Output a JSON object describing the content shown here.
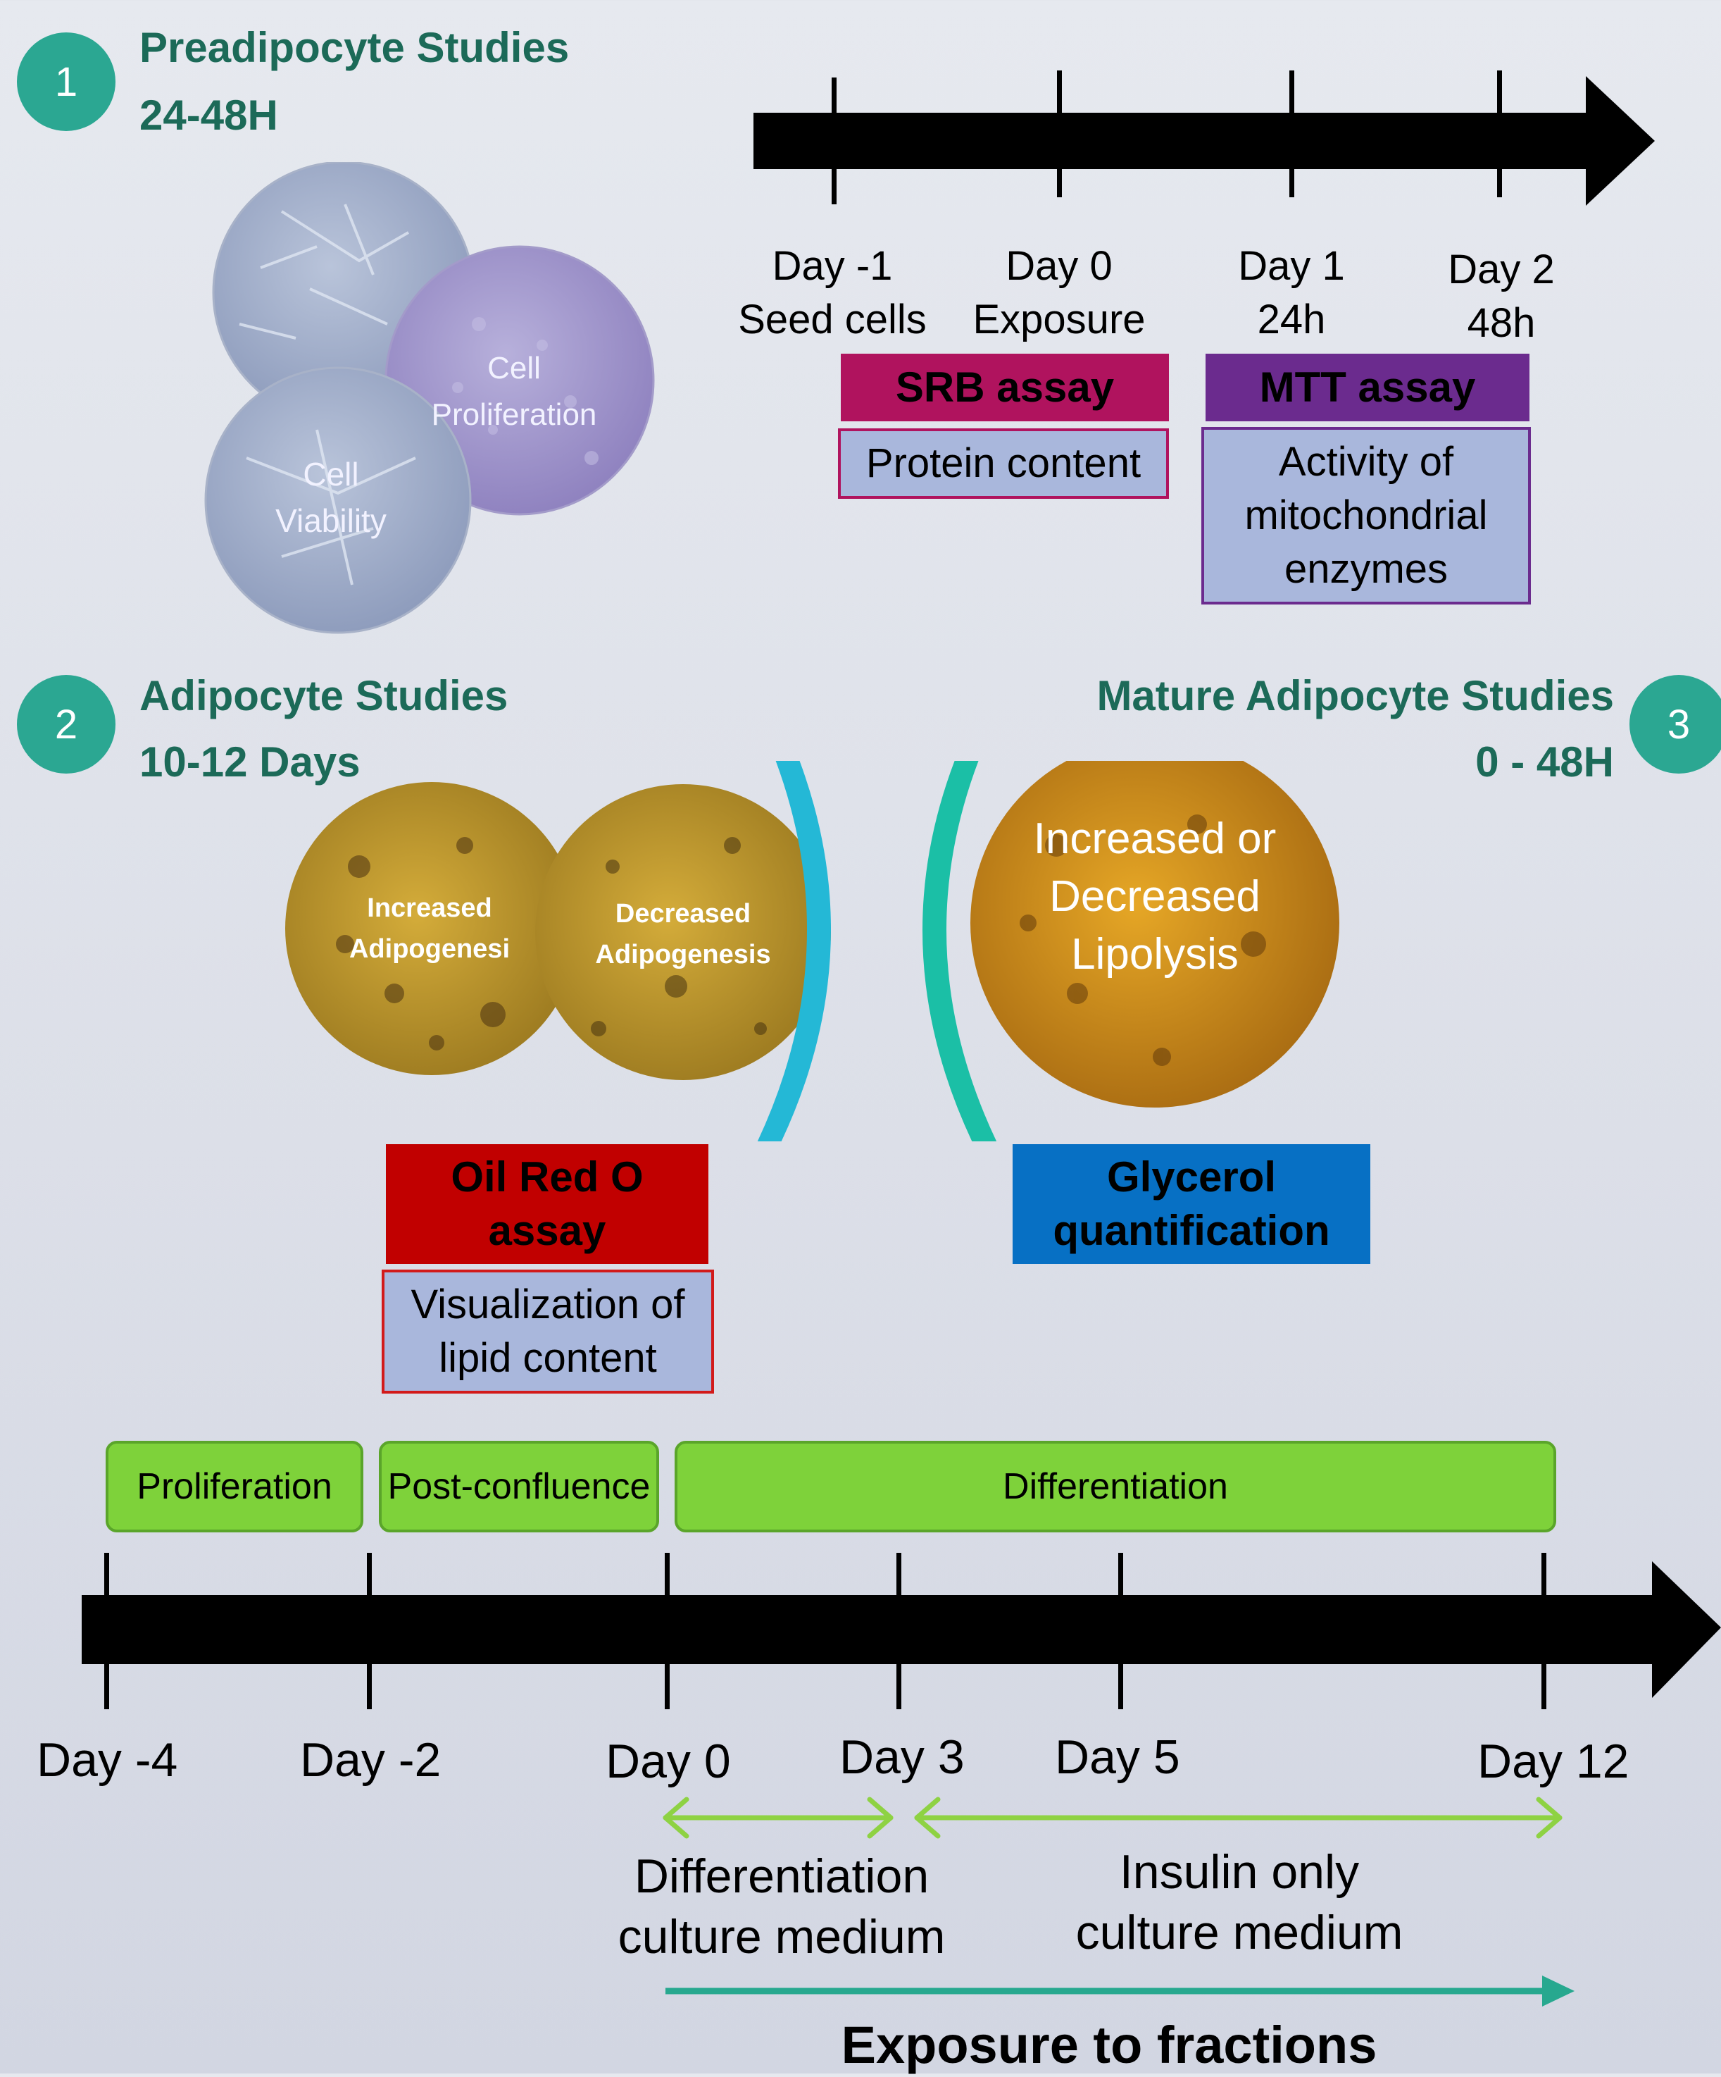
{
  "sections": {
    "s1": {
      "number": "1",
      "title": "Preadipocyte Studies",
      "subtitle": "24-48H"
    },
    "s2": {
      "number": "2",
      "title": "Adipocyte Studies",
      "subtitle": "10-12 Days"
    },
    "s3": {
      "number": "3",
      "title": "Mature Adipocyte Studies",
      "subtitle": "0 - 48H"
    }
  },
  "preadipocyte_images": {
    "proliferation_label": "Cell Proliferation",
    "viability_label": "Cell Viability"
  },
  "timeline1": {
    "days": [
      {
        "day": "Day -1",
        "note": "Seed cells"
      },
      {
        "day": "Day 0",
        "note": "Exposure"
      },
      {
        "day": "Day 1",
        "note": "24h"
      },
      {
        "day": "Day 2",
        "note": "48h"
      }
    ]
  },
  "assays": {
    "srb": {
      "name": "SRB assay",
      "measure": "Protein content"
    },
    "mtt": {
      "name": "MTT assay",
      "measure": "Activity of mitochondrial enzymes"
    },
    "oil_red": {
      "name": "Oil Red O assay",
      "measure": "Visualization of lipid content"
    },
    "glycerol": {
      "name": "Glycerol quantification"
    }
  },
  "adipocyte_images": {
    "increased": "Increased Adipogenesi",
    "decreased": "Decreased Adipogenesis",
    "lipolysis": "Increased or Decreased Lipolysis"
  },
  "timeline2": {
    "phases": [
      "Proliferation",
      "Post-confluence",
      "Differentiation"
    ],
    "days": [
      "Day -4",
      "Day -2",
      "Day 0",
      "Day 3",
      "Day 5",
      "Day 12"
    ],
    "media": {
      "differentiation": "Differentiation culture medium",
      "insulin": "Insulin only culture medium"
    },
    "exposure": "Exposure to fractions"
  },
  "colors": {
    "badge": "#2ba792",
    "section_title": "#1c6a58",
    "srb": "#b0135e",
    "mtt": "#6b2b8e",
    "oil_red": "#c10000",
    "glycerol": "#0770c4",
    "phase": "#7ed23a",
    "description_fill": "#a9b7dc",
    "media_arrow": "#8ed243",
    "exposure_arrow": "#27a88f"
  }
}
